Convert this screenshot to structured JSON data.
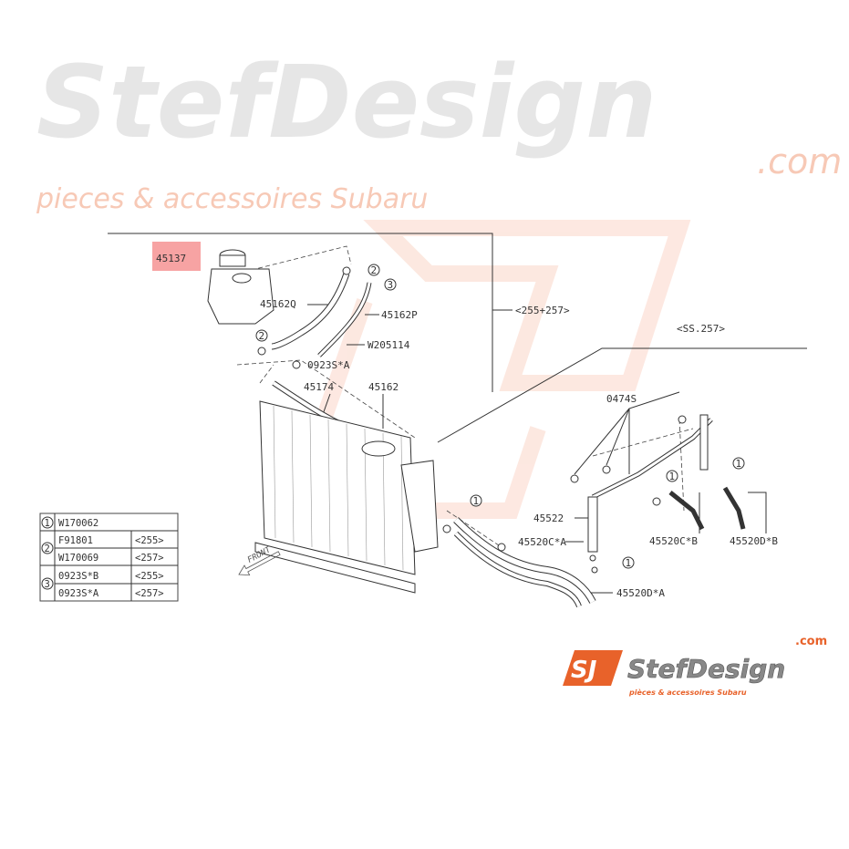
{
  "watermark": {
    "brand": "StefDesign",
    "com": ".com",
    "tagline": "pieces & accessoires Subaru"
  },
  "logo": {
    "mark": "SJ",
    "brand": "StefDesign",
    "com": ".com",
    "tagline": "pièces & accessoires Subaru",
    "accent": "#e8622a"
  },
  "highlight_color": "#f7a3a3",
  "parts": {
    "p45137": "45137",
    "p45162Q": "45162Q",
    "p45162P": "45162P",
    "range_a": "<255+257>",
    "pW205114": "W205114",
    "p0923SA": "0923S*A",
    "p45174": "45174",
    "p45162": "45162",
    "range_b": "<SS.257>",
    "p0474S": "0474S",
    "p45522": "45522",
    "p45520CA": "45520C*A",
    "p45520CB": "45520C*B",
    "p45520DB": "45520D*B",
    "p45520DA": "45520D*A",
    "front": "FRONT"
  },
  "callouts": {
    "one": "1",
    "two": "2",
    "three": "3"
  },
  "legend": {
    "rows": [
      {
        "ref": "1",
        "part": "W170062",
        "model": ""
      },
      {
        "ref": "2",
        "part": "F91801",
        "model": "<255>"
      },
      {
        "ref": "",
        "part": "W170069",
        "model": "<257>"
      },
      {
        "ref": "3",
        "part": "0923S*B",
        "model": "<255>"
      },
      {
        "ref": "",
        "part": "0923S*A",
        "model": "<257>"
      }
    ]
  }
}
